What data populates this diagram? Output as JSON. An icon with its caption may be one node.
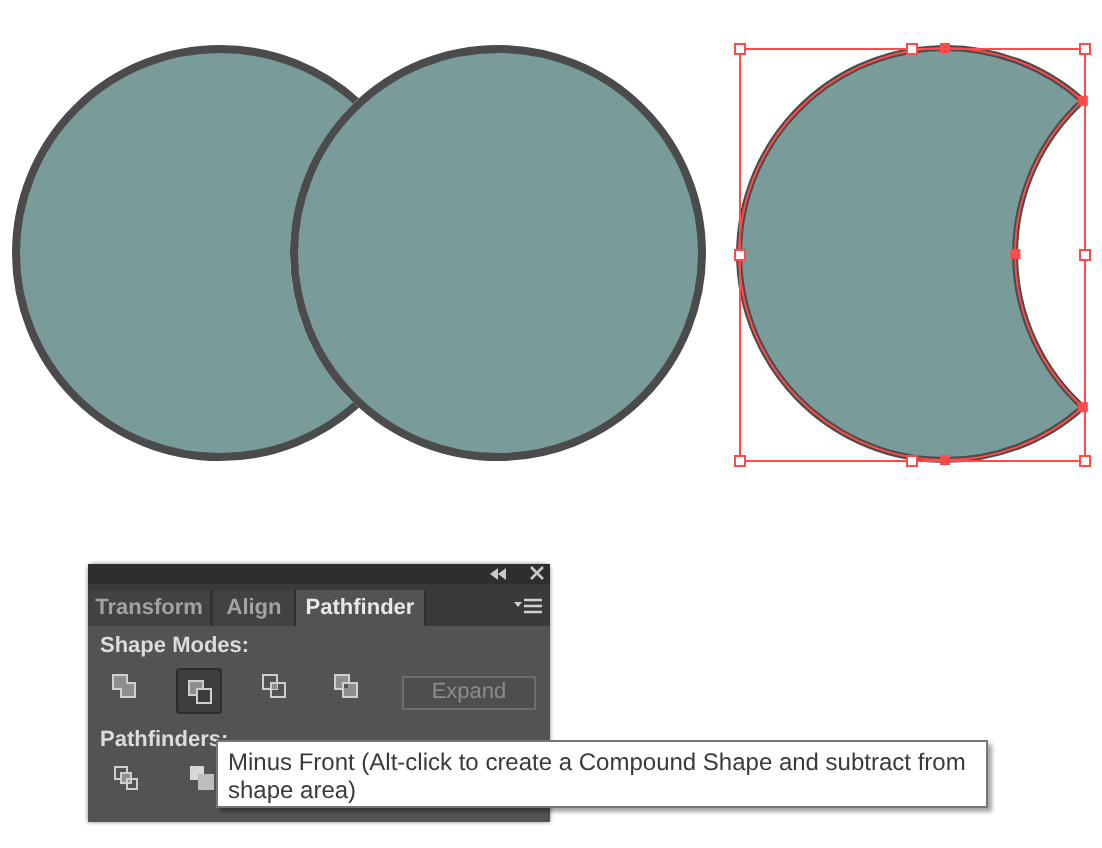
{
  "diagram": {
    "nodes": [
      {
        "text": [],
        "shape": "circle"
      },
      {
        "text": [],
        "shape": "circle"
      },
      {
        "text": [],
        "shape": "crescent"
      },
      {
        "text": [
          "Shape Modes:",
          "Pathfinders:"
        ]
      },
      {
        "text": [
          "Transform"
        ],
        "in": 3
      },
      {
        "text": [
          "Align"
        ],
        "in": 3
      },
      {
        "text": [
          "Pathfinder"
        ],
        "in": 3
      },
      {
        "text": [
          "Expand"
        ],
        "in": 3
      },
      {
        "text": [
          "Minus Front (Alt-click to create a Compound Shape and subtract from shape area)"
        ]
      }
    ]
  }
}
